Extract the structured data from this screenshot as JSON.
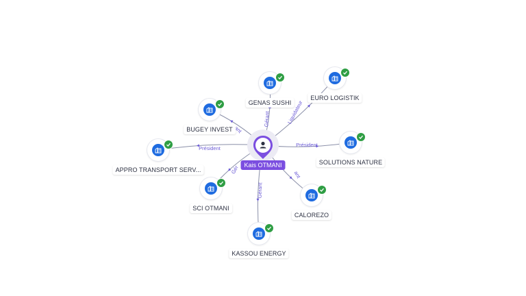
{
  "center": {
    "name": "Kais OTMANI",
    "icon": "person-icon"
  },
  "companies": [
    {
      "id": "genas",
      "name": "GENAS SUSHI",
      "relation": "Gérant",
      "icon": "building-icon",
      "verified": true
    },
    {
      "id": "euro",
      "name": "EURO LOGISTIK",
      "relation": "Liquidateur",
      "icon": "building-icon",
      "verified": true
    },
    {
      "id": "bugey",
      "name": "BUGEY INVEST",
      "relation": "ant",
      "icon": "building-icon",
      "verified": true
    },
    {
      "id": "appro",
      "name": "APPRO TRANSPORT SERV...",
      "relation": "Président",
      "icon": "building-icon",
      "verified": true
    },
    {
      "id": "solutions",
      "name": "SOLUTIONS NATURE",
      "relation": "Président",
      "icon": "building-icon",
      "verified": true
    },
    {
      "id": "sci",
      "name": "SCI OTMANI",
      "relation": "Gér",
      "icon": "building-icon",
      "verified": true
    },
    {
      "id": "calorezo",
      "name": "CALOREZO",
      "relation": "ant",
      "icon": "building-icon",
      "verified": true
    },
    {
      "id": "kassou",
      "name": "KASSOU ENERGY",
      "relation": "Gérant",
      "icon": "building-icon",
      "verified": true
    }
  ],
  "colors": {
    "company": "#1e6be0",
    "verified": "#2f9e44",
    "person": "#7b4ee0",
    "relation": "#6b5bd6"
  }
}
